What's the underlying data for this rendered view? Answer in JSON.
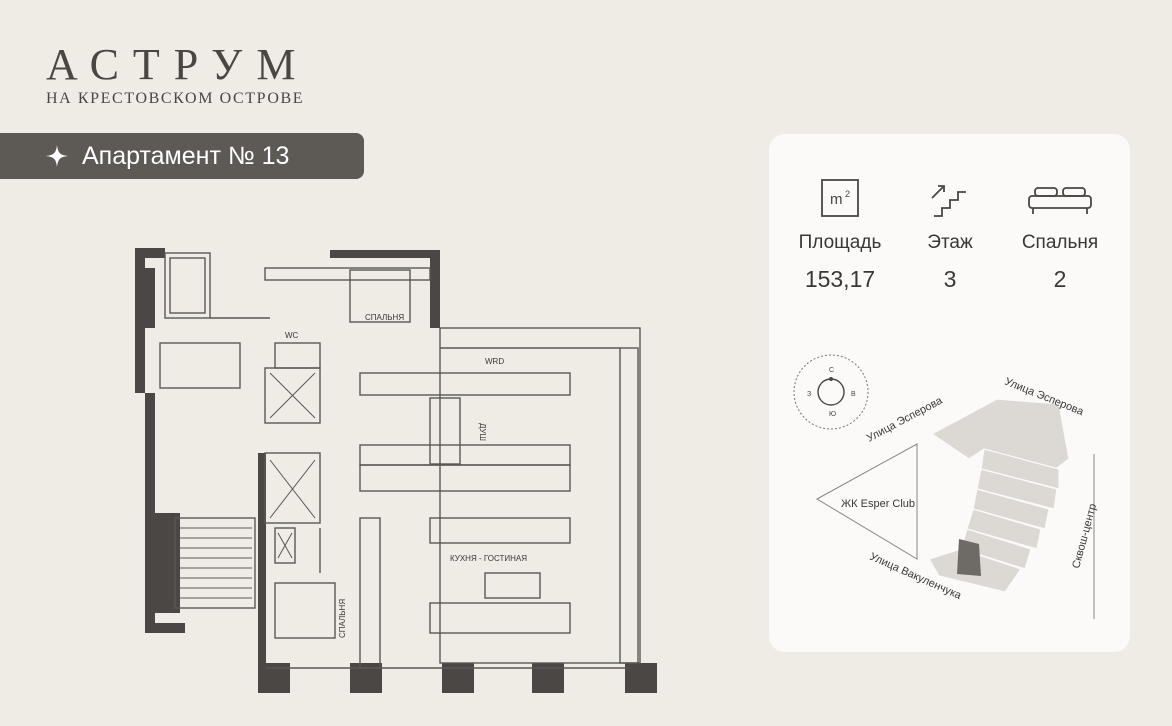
{
  "brand": {
    "title": "АСТРУМ",
    "subtitle": "НА КРЕСТОВСКОМ ОСТРОВЕ"
  },
  "apartment": {
    "title": "Апартамент № 13"
  },
  "stats": {
    "area": {
      "label": "Площадь",
      "value": "153,17",
      "icon": "m2",
      "icon_text": "m",
      "icon_sup": "2"
    },
    "floor": {
      "label": "Этаж",
      "value": "3"
    },
    "bedrooms": {
      "label": "Спальня",
      "value": "2"
    }
  },
  "plan": {
    "labels": {
      "bedroom_top": "СПАЛЬНЯ",
      "wc": "WC",
      "wrd": "WRD",
      "shower": "ДУШ",
      "kitchen_living": "КУХНЯ - ГОСТИНАЯ",
      "bedroom_side": "СПАЛЬНЯ"
    }
  },
  "map": {
    "compass": {
      "n": "С",
      "s": "Ю",
      "w": "З",
      "e": "В"
    },
    "streets": {
      "esperova_left": "Улица Эсперова",
      "esperova_right": "Улица Эсперова",
      "vakulenchuka": "Улица Вакуленчука",
      "squash": "Сквош-центр"
    },
    "neighbor": "ЖК Esper Club"
  },
  "colors": {
    "banner": "#5d5955",
    "background": "#efece6",
    "card": "#fbfaf8",
    "wall": "#4a4744"
  }
}
